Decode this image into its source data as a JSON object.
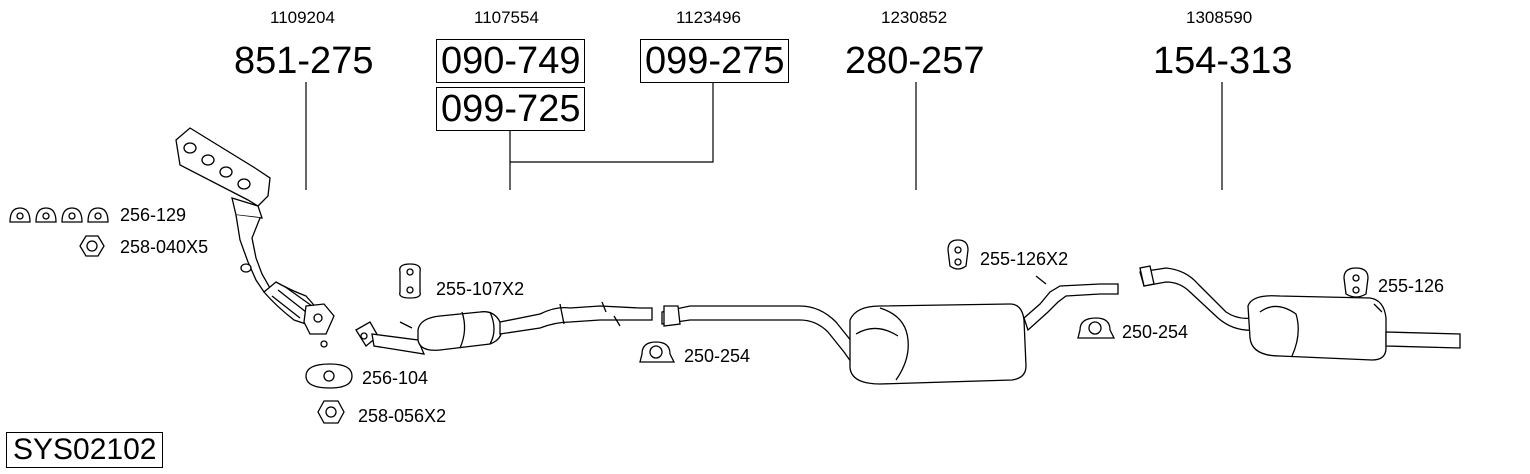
{
  "system_code": "SYS02102",
  "groups": [
    {
      "ref": "1109204",
      "parts": [
        "851-275"
      ]
    },
    {
      "ref": "1107554",
      "parts": [
        "090-749",
        "099-725"
      ]
    },
    {
      "ref": "1123496",
      "parts": [
        "099-275"
      ]
    },
    {
      "ref": "1230852",
      "parts": [
        "280-257"
      ]
    },
    {
      "ref": "1308590",
      "parts": [
        "154-313"
      ]
    }
  ],
  "accessories": [
    "256-129",
    "258-040X5",
    "255-107X2",
    "256-104",
    "258-056X2",
    "250-254",
    "255-126X2",
    "250-254",
    "255-126"
  ]
}
